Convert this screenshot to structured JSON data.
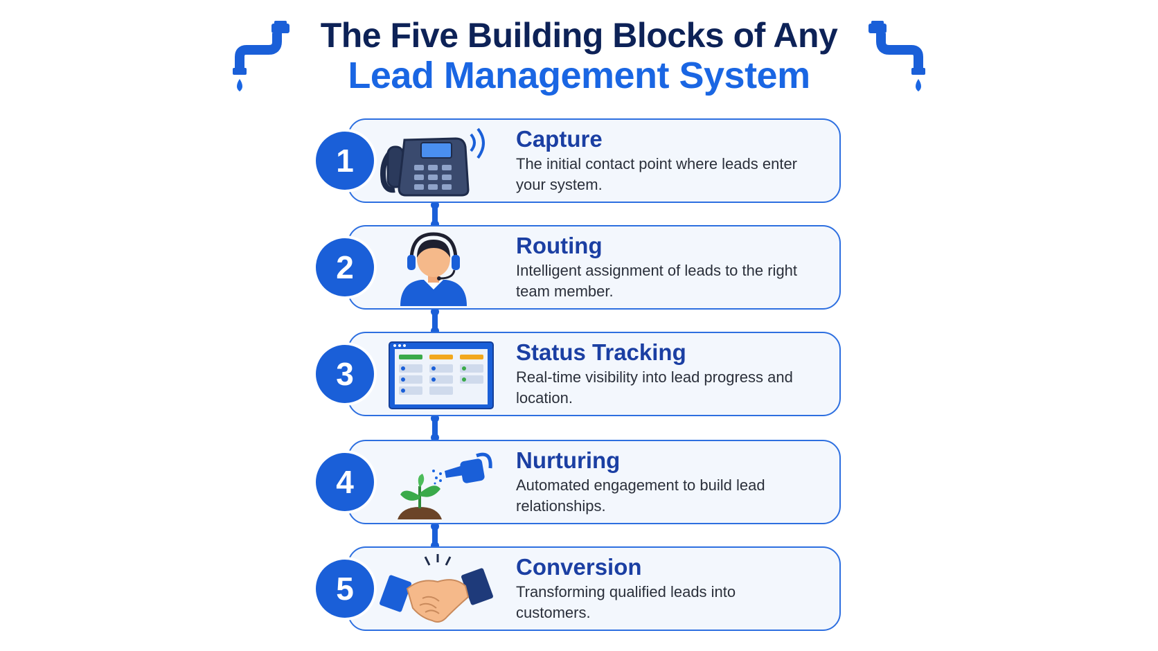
{
  "title": {
    "line1": "The Five Building Blocks of Any",
    "line2": "Lead Management System"
  },
  "steps": [
    {
      "number": "1",
      "title": "Capture",
      "description": "The initial contact point where leads enter your system.",
      "icon": "desk-phone-icon"
    },
    {
      "number": "2",
      "title": "Routing",
      "description": "Intelligent assignment of leads to the right team member.",
      "icon": "headset-agent-icon"
    },
    {
      "number": "3",
      "title": "Status Tracking",
      "description": "Real-time visibility into lead progress and location.",
      "icon": "dashboard-board-icon"
    },
    {
      "number": "4",
      "title": "Nurturing",
      "description": "Automated engagement to build lead relationships.",
      "icon": "watering-can-plant-icon"
    },
    {
      "number": "5",
      "title": "Conversion",
      "description": "Transforming qualified leads into customers.",
      "icon": "handshake-icon"
    }
  ],
  "colors": {
    "title_dark": "#0d2257",
    "title_accent": "#1a66e3",
    "card_border": "#2d6fe0",
    "number_fill": "#1a5fd8",
    "step_title": "#1b3fa3"
  }
}
